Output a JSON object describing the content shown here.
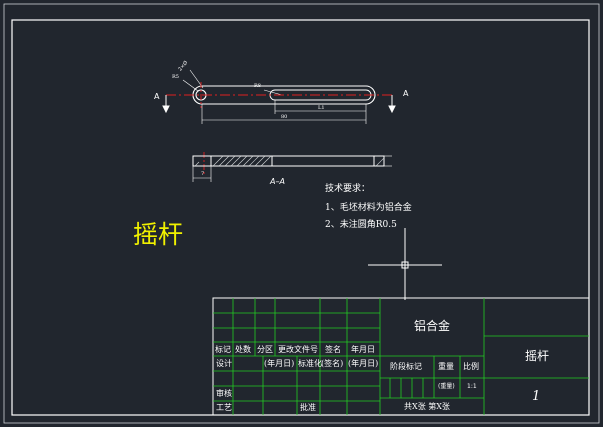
{
  "drawing": {
    "part_name": "摇杆",
    "section_label": "A–A",
    "cut_marker": "A",
    "dims": {
      "r_small": "R5",
      "hole": "2×Ø",
      "r_big": "R8",
      "len1": "L1",
      "len2": "80",
      "left_thk": "7"
    },
    "tech_requirements": {
      "heading": "技术要求：",
      "items": [
        "1、毛坯材料为铝合金",
        "2、未注圆角R0.5"
      ]
    }
  },
  "title_block": {
    "material": "铝合金",
    "name": "摇杆",
    "row_labels": {
      "mark": "标记",
      "count": "处数",
      "zone": "分区",
      "change_doc": "更改文件号",
      "sign": "签名",
      "date": "年月日",
      "design": "设计",
      "date_paren": "(年月日)",
      "standardize": "标准化",
      "sign_paren": "(签名)",
      "date_paren2": "(年月日)",
      "review": "审核",
      "process": "工艺",
      "approve": "批准"
    },
    "stage_mark": "阶段标记",
    "weight": "重量",
    "scale": "比例",
    "weight_val": "(重量)",
    "scale_val": "1:1",
    "sheets": "共X张 第X张",
    "drawing_no": "1"
  }
}
